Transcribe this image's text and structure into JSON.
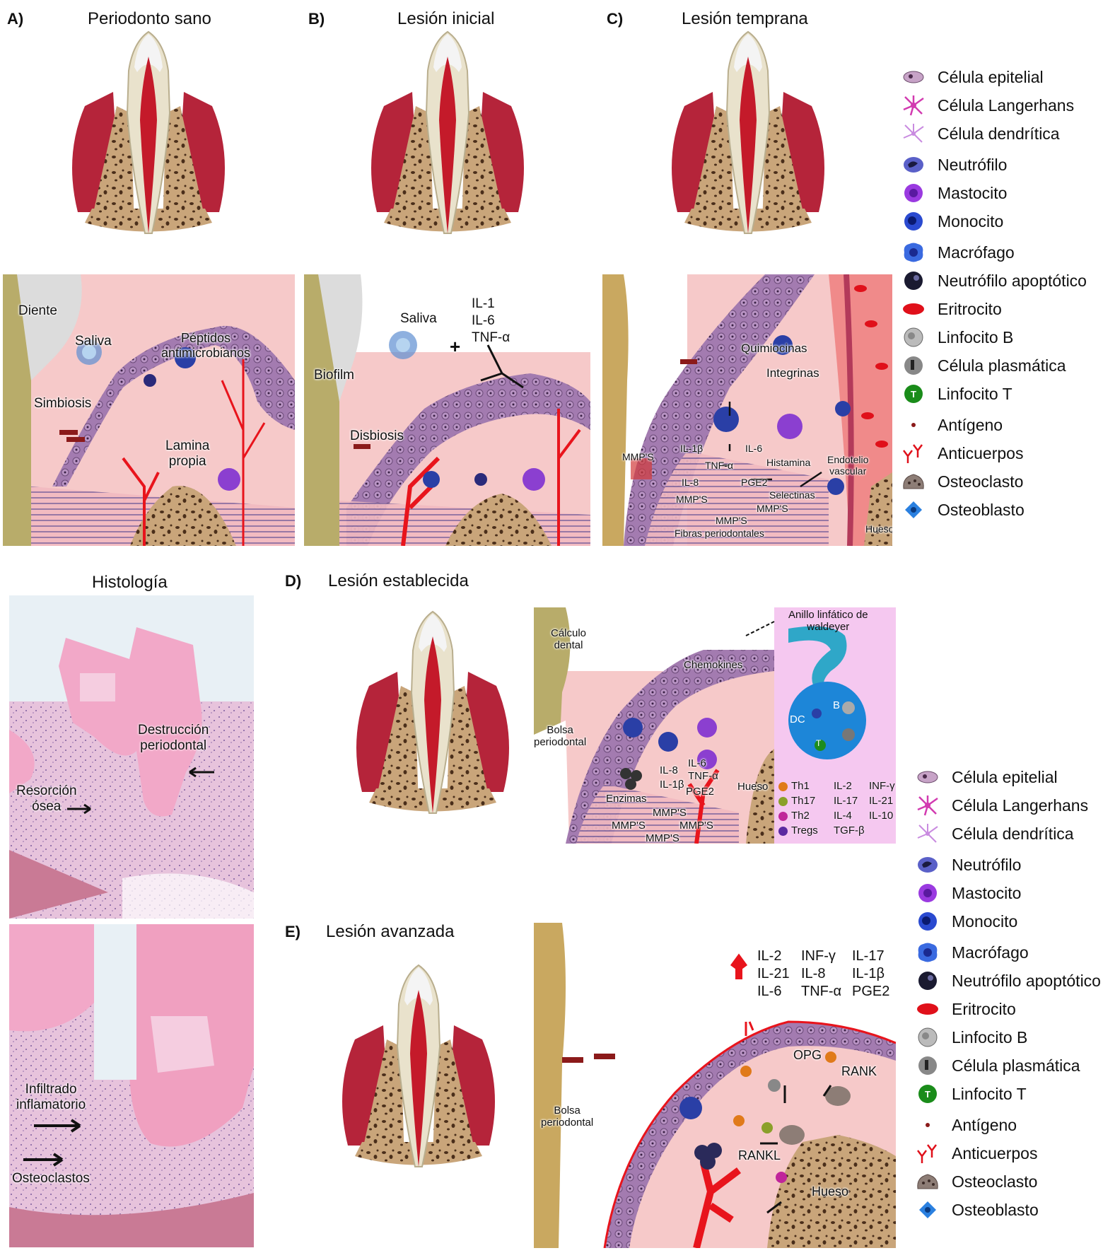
{
  "panels": {
    "A": {
      "letter": "A)",
      "title": "Periodonto sano",
      "labels": {
        "diente": "Diente",
        "saliva": "Saliva",
        "peptidos": "Péptidos\nantimicrobianos",
        "simbiosis": "Simbiosis",
        "lamina": "Lamina\npropia"
      }
    },
    "B": {
      "letter": "B)",
      "title": "Lesión inicial",
      "labels": {
        "saliva": "Saliva",
        "biofilm": "Biofilm",
        "disbiosis": "Disbiosis",
        "il1": "IL-1",
        "il6": "IL-6",
        "tnf": "TNF-α",
        "plus": "+"
      }
    },
    "C": {
      "letter": "C)",
      "title": "Lesión temprana",
      "labels": {
        "quimiocinas": "Quimiocinas",
        "integrinas": "Integrinas",
        "mmps1": "MMP'S",
        "il1b": "IL-1β",
        "il6": "IL-6",
        "tnf": "TNF-α",
        "il8": "IL-8",
        "pge2": "PGE2",
        "mmps2": "MMP'S",
        "mmps3": "MMP'S",
        "histamina": "Histamina",
        "endotelio": "Endotelio\nvascular",
        "selectinas": "Selectinas",
        "mmps4": "MMP'S",
        "fibras": "Fibras periodontales",
        "hueso": "Hueso"
      }
    },
    "D": {
      "letter": "D)",
      "title": "Lesión establecida",
      "labels": {
        "calculo": "Cálculo\ndental",
        "chemokines": "Chemokines",
        "bolsa": "Bolsa\nperiodontal",
        "il8": "IL-8",
        "il1b": "IL-1β",
        "il6": "IL-6",
        "tnf": "TNF-α",
        "pge2": "PGE2",
        "hueso": "Hueso",
        "enzimas": "Enzimas",
        "mmps1": "MMP'S",
        "mmps2": "MMP'S",
        "mmps3": "MMP'S",
        "mmps4": "MMP'S",
        "anillo": "Anillo linfático de\nwaldeyer",
        "dc": "DC",
        "b": "B",
        "t": "T",
        "cytokines": [
          [
            "Th1",
            "IL-2",
            "INF-γ"
          ],
          [
            "Th17",
            "IL-17",
            "IL-21"
          ],
          [
            "Th2",
            "IL-4",
            "IL-10"
          ],
          [
            "Tregs",
            "TGF-β",
            ""
          ]
        ]
      }
    },
    "E": {
      "letter": "E)",
      "title": "Lesión avanzada",
      "labels": {
        "bolsa": "Bolsa\nperiodontal",
        "opg": "OPG",
        "rank": "RANK",
        "rankl": "RANKL",
        "hueso": "Hueso"
      },
      "cytokines": [
        [
          "IL-2",
          "INF-γ",
          "IL-17"
        ],
        [
          "IL-21",
          "IL-8",
          "IL-1β"
        ],
        [
          "IL-6",
          "TNF-α",
          "PGE2"
        ]
      ]
    }
  },
  "histology": {
    "title": "Histología",
    "top": {
      "destruccion": "Destrucción\nperiodontal",
      "resorcion": "Resorción\nósea"
    },
    "bottom": {
      "infiltrado": "Infiltrado\ninflamatorio",
      "osteoclastos": "Osteoclastos"
    }
  },
  "legend": [
    {
      "icon": "epithelial-cell-icon",
      "label": "Célula epitelial"
    },
    {
      "icon": "langerhans-cell-icon",
      "label": "Célula Langerhans"
    },
    {
      "icon": "dendritic-cell-icon",
      "label": "Célula dendrítica"
    },
    {
      "icon": "neutrophil-icon",
      "label": "Neutrófilo"
    },
    {
      "icon": "mast-cell-icon",
      "label": "Mastocito"
    },
    {
      "icon": "monocyte-icon",
      "label": "Monocito"
    },
    {
      "icon": "macrophage-icon",
      "label": "Macrófago"
    },
    {
      "icon": "apoptotic-neutrophil-icon",
      "label": "Neutrófilo apoptótico"
    },
    {
      "icon": "erythrocyte-icon",
      "label": "Eritrocito"
    },
    {
      "icon": "b-lymphocyte-icon",
      "label": "Linfocito B"
    },
    {
      "icon": "plasma-cell-icon",
      "label": "Célula plasmática"
    },
    {
      "icon": "t-lymphocyte-icon",
      "label": "Linfocito T"
    },
    {
      "icon": "antigen-icon",
      "label": "Antígeno"
    },
    {
      "icon": "antibody-icon",
      "label": "Anticuerpos"
    },
    {
      "icon": "osteoclast-icon",
      "label": "Osteoclasto"
    },
    {
      "icon": "osteoblast-icon",
      "label": "Osteoblasto"
    }
  ],
  "colors": {
    "gum": "#b5243a",
    "tissue": "#f6c9c9",
    "bone": "#c9a57a",
    "pulp": "#c41a2a",
    "epithelium": "#9b6aa8"
  }
}
